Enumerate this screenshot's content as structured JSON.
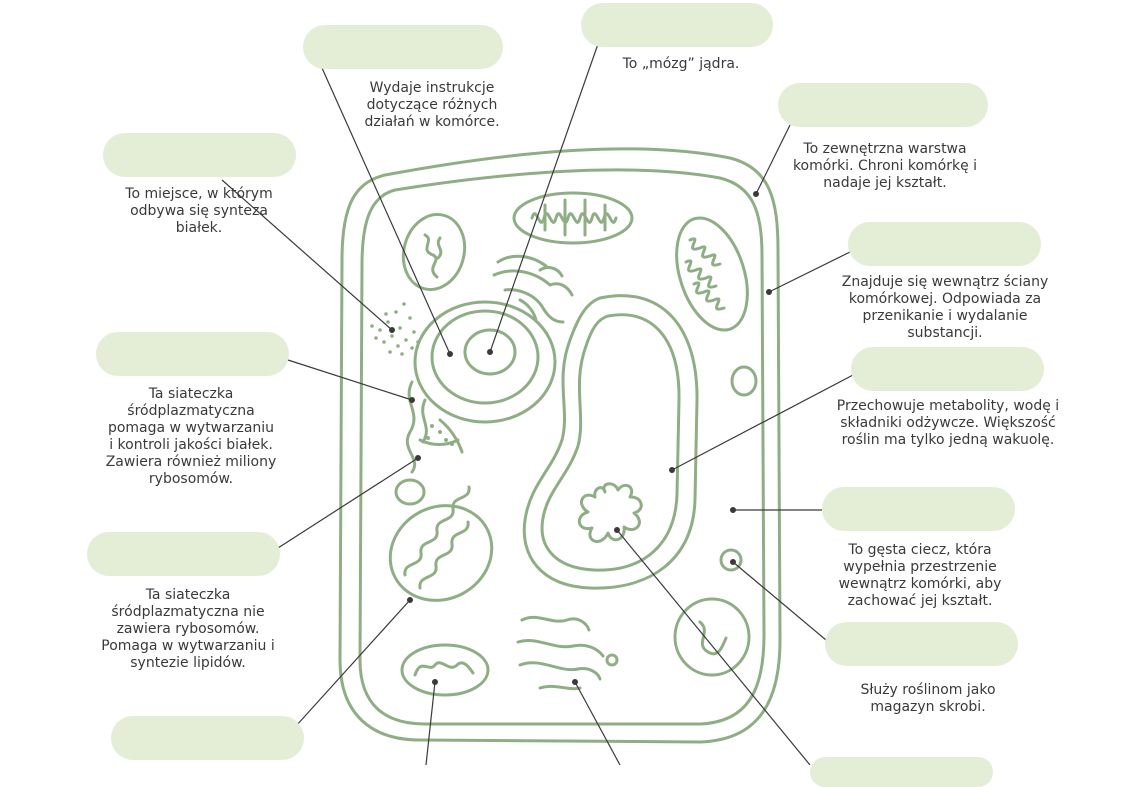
{
  "colors": {
    "cell_stroke": "#8fae85",
    "label_fill": "#e4edd6",
    "leader_line": "#3a3a3a",
    "text": "#3a3a3a"
  },
  "descriptions": {
    "nucleus": "Wydaje instrukcje dotyczące różnych działań w komórce.",
    "nucleolus": "To „mózg” jądra.",
    "cell_wall": "To zewnętrzna warstwa komórki. Chroni komórkę i nadaje jej kształt.",
    "ribosomes": "To miejsce, w którym odbywa się synteza białek.",
    "cell_membrane": "Znajduje się wewnątrz ściany komórkowej. Odpowiada za przenikanie i wydalanie substancji.",
    "rough_er": "Ta siateczka śródplazmatyczna pomaga w wytwarzaniu i kontroli jakości białek. Zawiera również miliony rybosomów.",
    "vacuole": "Przechowuje metabolity, wodę i składniki odżywcze. Większość roślin ma tylko jedną wakuolę.",
    "cytoplasm": "To gęsta ciecz, która wypełnia przestrzenie wewnątrz komórki, aby zachować jej kształt.",
    "smooth_er": "Ta siateczka śródplazmatyczna nie zawiera rybosomów. Pomaga w wytwarzaniu i syntezie lipidów.",
    "amyloplast": "Służy roślinom jako magazyn skrobi."
  },
  "answer_boxes": {
    "nucleus": "",
    "nucleolus": "",
    "cell_wall": "",
    "ribosomes": "",
    "cell_membrane": "",
    "rough_er": "",
    "vacuole": "",
    "cytoplasm": "",
    "smooth_er": "",
    "bottom_left": "",
    "bottom_right": ""
  }
}
